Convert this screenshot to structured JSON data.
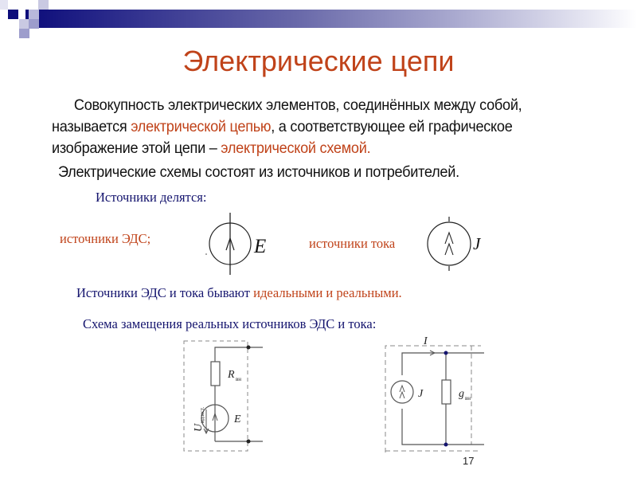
{
  "slide": {
    "title": "Электрические цепи",
    "page_number": "17",
    "colors": {
      "accent_red": "#c0431a",
      "navy": "#14146e",
      "text": "#111111",
      "header_bar_start": "#0c0c7a"
    }
  },
  "intro": {
    "part1": "Совокупность электрических элементов, соединённых между собой, называется ",
    "term1": "электрической цепью",
    "part2": ", а соответствующее ей графическое изображение этой цепи – ",
    "term2": "электрической схемой."
  },
  "statement": "Электрические схемы состоят из источников и потребителей.",
  "sources": {
    "heading": "Источники делятся:",
    "emf": {
      "label": "источники ЭДС;",
      "symbol_label": "E",
      "icon": "emf-source-symbol"
    },
    "current": {
      "label": "источники тока",
      "symbol_label": "J",
      "icon": "current-source-symbol"
    }
  },
  "kinds": {
    "prefix": "Источники ЭДС и тока бывают ",
    "highlight": "идеальными и реальными."
  },
  "equivalent": {
    "heading": "Схема замещения реальных источников ЭДС и тока:",
    "emf_circuit": {
      "resistor_label": "R",
      "resistor_sub": "вн",
      "source_label": "E",
      "voltage_label": "U",
      "voltage_sub": "ид.ист."
    },
    "current_circuit": {
      "current_label": "I",
      "source_label": "J",
      "conductance_label": "g",
      "conductance_sub": "вн"
    }
  }
}
